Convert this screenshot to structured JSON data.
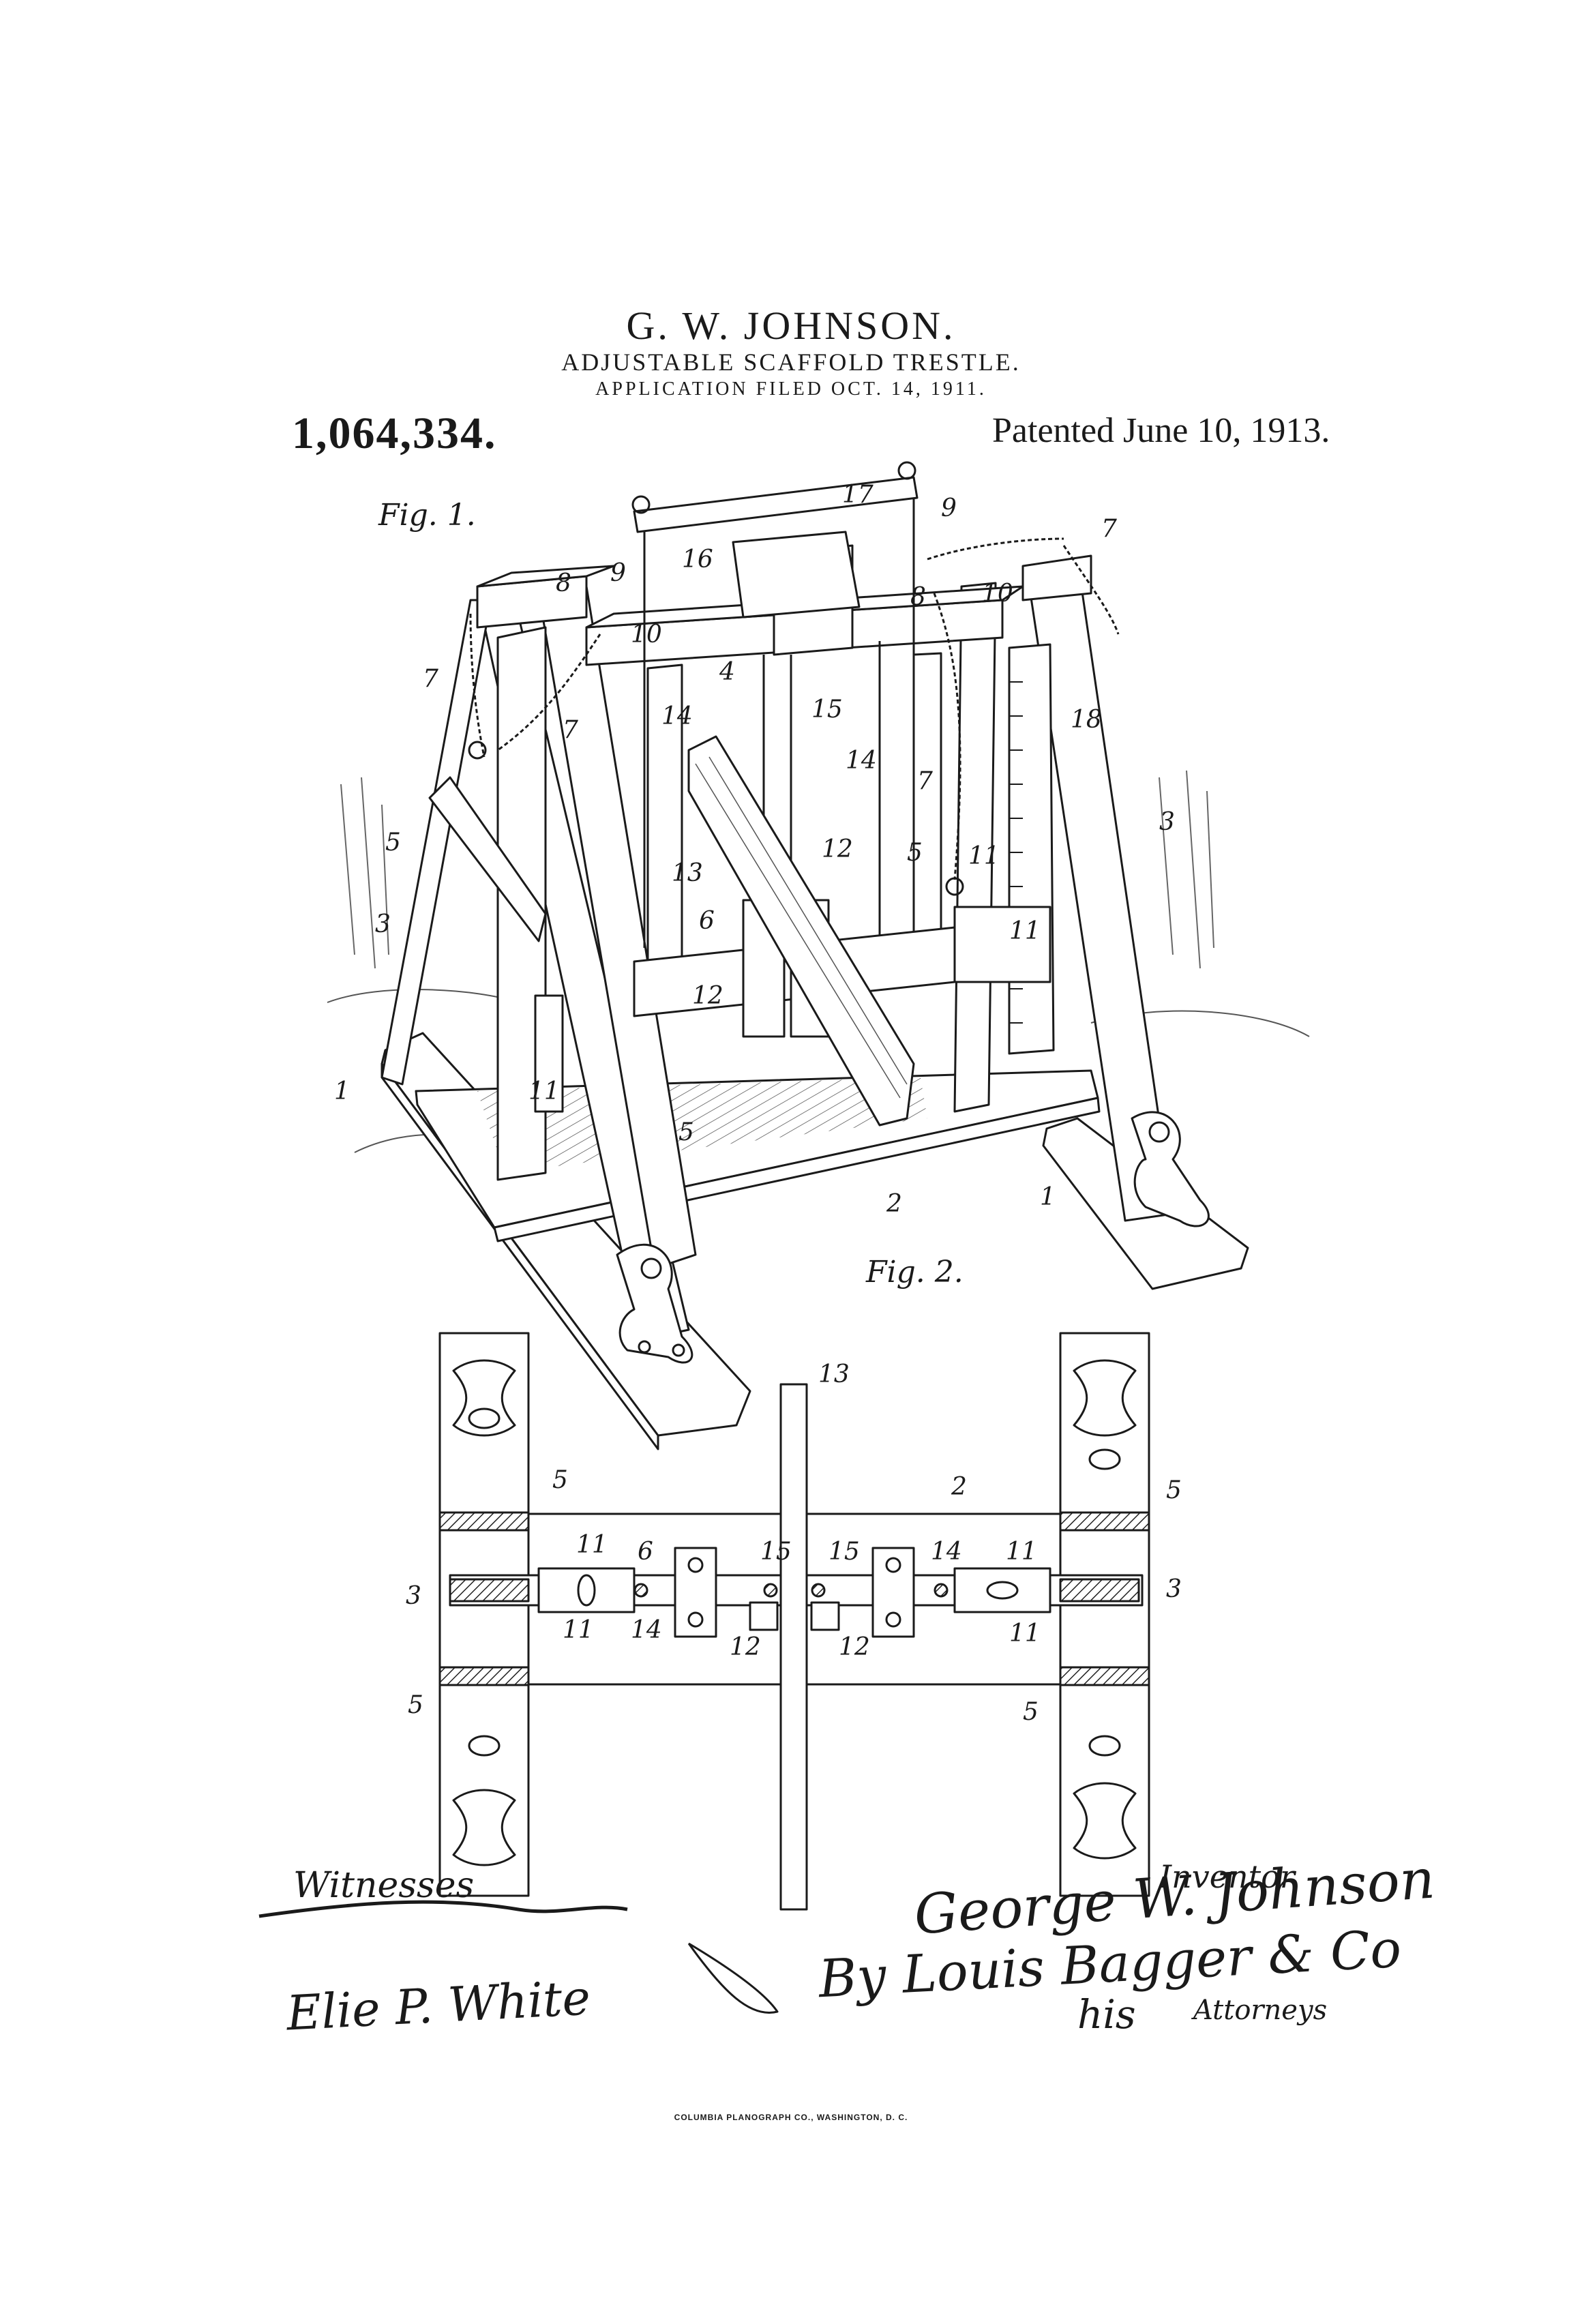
{
  "header": {
    "inventor_name": "G. W. JOHNSON.",
    "title": "ADJUSTABLE SCAFFOLD TRESTLE.",
    "filing": "APPLICATION FILED OCT. 14, 1911.",
    "patent_number": "1,064,334.",
    "patent_date": "Patented June 10, 1913."
  },
  "figures": {
    "fig1_label": "Fig. 1.",
    "fig2_label": "Fig. 2."
  },
  "fig1_refs": {
    "r17": "17",
    "r9a": "9",
    "r7a": "7",
    "r16": "16",
    "r8a": "8",
    "r10a": "10",
    "r8b": "8",
    "r9b": "9",
    "r10b": "10",
    "r7b": "7",
    "r4": "4",
    "r7c": "7",
    "r14a": "14",
    "r15": "15",
    "r14b": "14",
    "r18": "18",
    "r7d": "7",
    "r3a": "3",
    "r5a": "5",
    "r13": "13",
    "r12a": "12",
    "r5b": "5",
    "r11a": "11",
    "r3b": "3",
    "r6": "6",
    "r11b": "11",
    "r12b": "12",
    "r11c": "11",
    "r1a": "1",
    "r5c": "5",
    "r2": "2",
    "r1b": "1"
  },
  "fig2_refs": {
    "r13": "13",
    "r5a": "5",
    "r2": "2",
    "r5b": "5",
    "r11a": "11",
    "r6": "6",
    "r15a": "15",
    "r15b": "15",
    "r14a": "14",
    "r11b": "11",
    "r3a": "3",
    "r3b": "3",
    "r11c": "11",
    "r14b": "14",
    "r12a": "12",
    "r12b": "12",
    "r11d": "11",
    "r5c": "5",
    "r5d": "5"
  },
  "signatures": {
    "witnesses_label": "Witnesses",
    "witness_2": "Elie P. White",
    "inventor_label": "Inventor",
    "inventor_signature": "George W. Johnson",
    "attorney_signature": "By Louis Bagger & Co",
    "his": "his",
    "attorneys_label": "Attorneys"
  },
  "footer": {
    "printer": "COLUMBIA PLANOGRAPH CO., WASHINGTON, D. C."
  }
}
